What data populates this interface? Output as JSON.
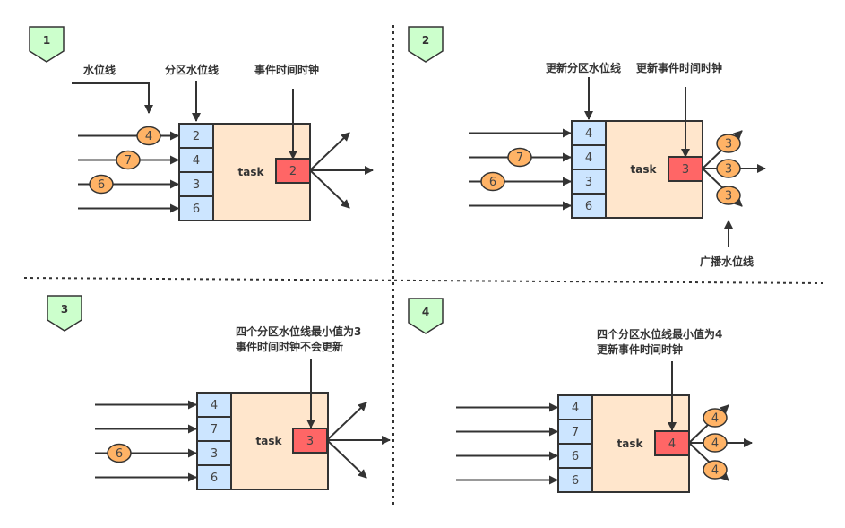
{
  "colors": {
    "partition_fill": "#cce5ff",
    "task_fill": "#ffe6cc",
    "clock_fill": "#ff6666",
    "marble_fill": "#ffb366",
    "badge_fill": "#ccffcc",
    "stroke": "#333333"
  },
  "panels": [
    {
      "badge": "1",
      "task_label": "task",
      "partitions": [
        "2",
        "4",
        "3",
        "6"
      ],
      "clock": "2",
      "incoming_marbles": [
        "4",
        "7",
        "6",
        ""
      ],
      "outgoing_marbles": [],
      "labels": {
        "watermark": "水位线",
        "partition_watermark": "分区水位线",
        "event_clock": "事件时间时钟"
      }
    },
    {
      "badge": "2",
      "task_label": "task",
      "partitions": [
        "4",
        "4",
        "3",
        "6"
      ],
      "clock": "3",
      "incoming_marbles": [
        "",
        "7",
        "6",
        ""
      ],
      "outgoing_marbles": [
        "3",
        "3",
        "3"
      ],
      "labels": {
        "partition_watermark": "更新分区水位线",
        "event_clock": "更新事件时间时钟",
        "broadcast": "广播水位线"
      }
    },
    {
      "badge": "3",
      "task_label": "task",
      "partitions": [
        "4",
        "7",
        "3",
        "6"
      ],
      "clock": "3",
      "incoming_marbles": [
        "",
        "",
        "6",
        ""
      ],
      "outgoing_marbles": [],
      "labels": {
        "note_line1": "四个分区水位线最小值为3",
        "note_line2": "事件时间时钟不会更新"
      }
    },
    {
      "badge": "4",
      "task_label": "task",
      "partitions": [
        "4",
        "7",
        "6",
        "6"
      ],
      "clock": "4",
      "incoming_marbles": [
        "",
        "",
        "",
        ""
      ],
      "outgoing_marbles": [
        "4",
        "4",
        "4"
      ],
      "labels": {
        "note_line1": "四个分区水位线最小值为4",
        "note_line2": "更新事件时间时钟"
      }
    }
  ]
}
